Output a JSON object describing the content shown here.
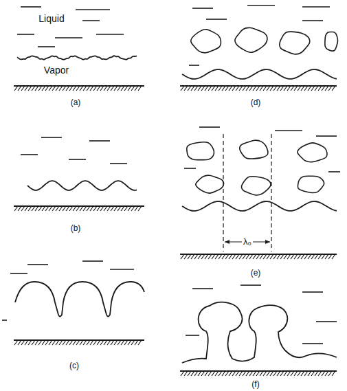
{
  "diagram": {
    "labels": [
      "Liquid",
      "Vapor",
      "(a)",
      "(b)",
      "(c)",
      "(d)",
      "(e)",
      "(f)",
      "λ₀"
    ]
  }
}
